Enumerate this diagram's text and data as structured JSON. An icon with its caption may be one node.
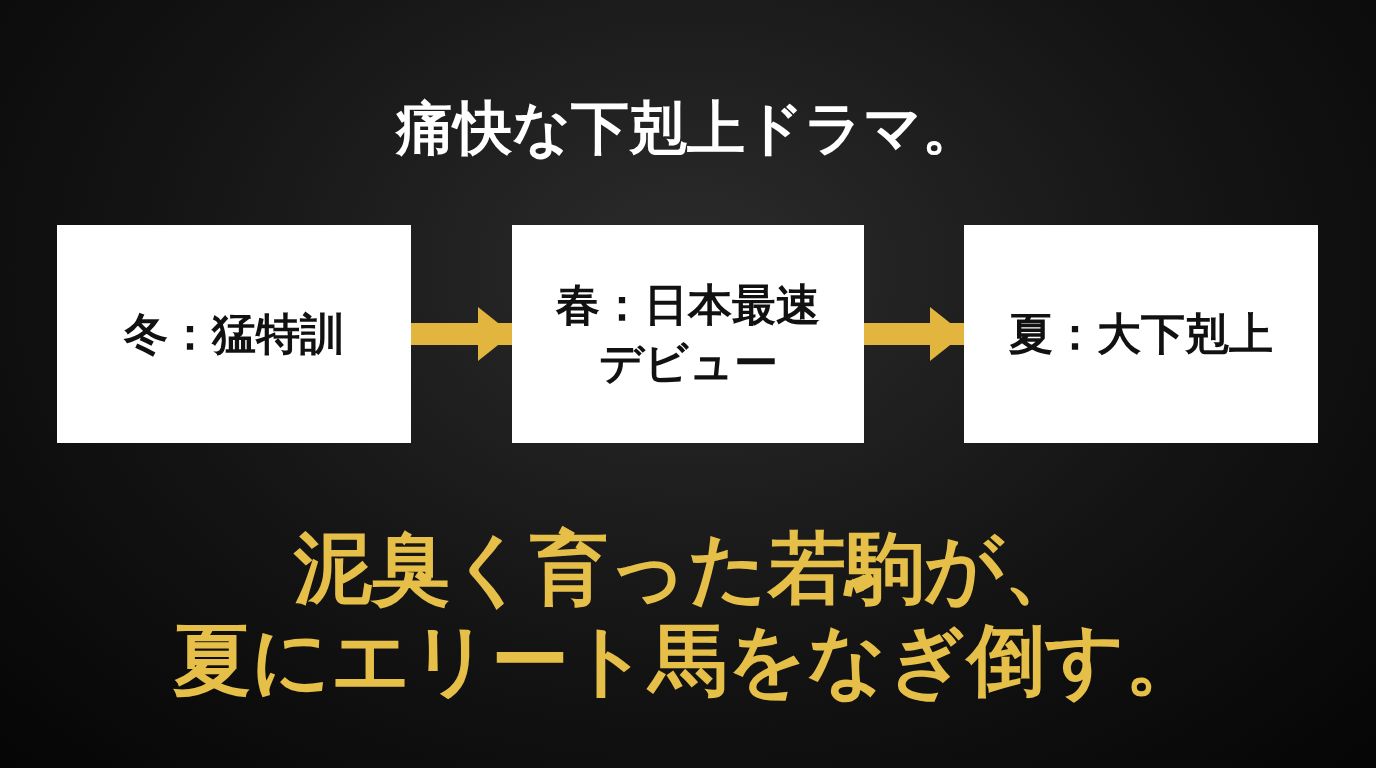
{
  "diagram": {
    "title": "痛快な下剋上ドラマ。",
    "nodes": [
      {
        "text": [
          "冬：猛特訓"
        ]
      },
      {
        "text": [
          "春：日本最速デビュー"
        ]
      },
      {
        "text": [
          "夏：大下剋上"
        ]
      }
    ],
    "edges": [
      {
        "from": 0,
        "to": 1,
        "arrow": "to"
      },
      {
        "from": 1,
        "to": 2,
        "arrow": "to"
      }
    ],
    "caption": "泥臭く育った若駒が、夏にエリート馬をなぎ倒す。"
  }
}
